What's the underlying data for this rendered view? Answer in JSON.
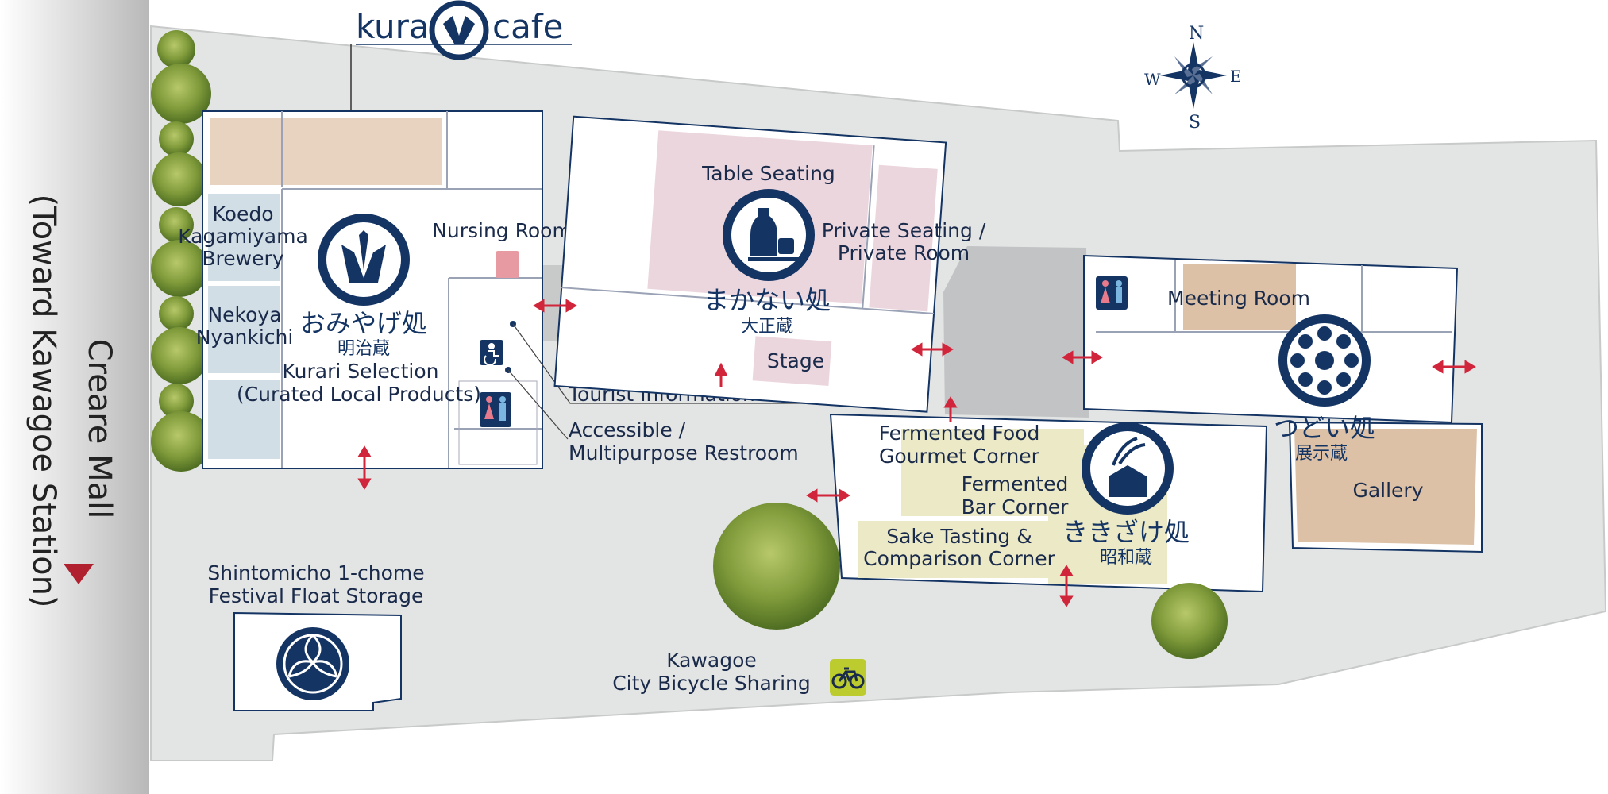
{
  "side_banner": {
    "title": "Creare Mall",
    "subtitle": "(Toward Kawagoe Station)"
  },
  "logo": {
    "left": "kura",
    "right": "cafe"
  },
  "compass": {
    "n": "N",
    "s": "S",
    "e": "E",
    "w": "W"
  },
  "buildings": {
    "omiyage": {
      "jp": "おみやげ処",
      "kanji": "明治蔵",
      "icon": "crane-icon"
    },
    "makanai": {
      "jp": "まかない処",
      "kanji": "大正蔵",
      "icon": "sake-bottle-icon"
    },
    "kikizake": {
      "jp": "ききざけ処",
      "kanji": "昭和蔵",
      "icon": "rice-masu-icon"
    },
    "tsudoi": {
      "jp": "つどい処",
      "kanji": "展示蔵",
      "icon": "circle-of-people-icon"
    },
    "float_storage": {
      "icon": "tokugawa-crest-icon"
    }
  },
  "labels": {
    "koedo": [
      "Koedo",
      "Kagamiyama",
      "Brewery"
    ],
    "nekoya": [
      "Nekoya",
      "Nyankichi"
    ],
    "kurari": [
      "Kurari Selection",
      "(Curated Local Products)"
    ],
    "nursing": "Nursing Room",
    "table_seating": "Table Seating",
    "private": [
      "Private Seating /",
      "Private Room"
    ],
    "stage": "Stage",
    "tourist": "Tourist Information Corner",
    "accessible": [
      "Accessible /",
      "Multipurpose Restroom"
    ],
    "fermented_food": [
      "Fermented Food",
      "Gourmet Corner"
    ],
    "fermented_bar": [
      "Fermented",
      "Bar Corner"
    ],
    "sake_tasting": [
      "Sake Tasting &",
      "Comparison Corner"
    ],
    "meeting": "Meeting Room",
    "gallery": "Gallery",
    "float_storage": [
      "Shintomicho 1-chome",
      "Festival Float Storage"
    ],
    "bicycle": [
      "Kawagoe",
      "City Bicycle Sharing"
    ]
  },
  "colors": {
    "navy": "#143463",
    "ground": "#e3e4e4",
    "beige_room": "#e8d3c0",
    "pink_room": "#ecd6de",
    "cream_area": "#ece9c6",
    "blue_room": "#d2dee6",
    "tan_room": "#dcc1a6",
    "arrow_red": "#d0253a",
    "bike_green": "#bccc2e"
  }
}
